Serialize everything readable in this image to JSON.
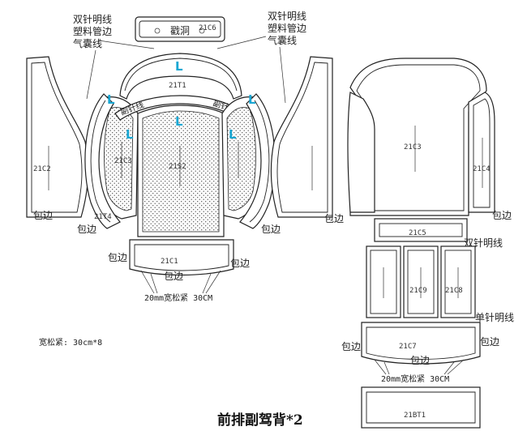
{
  "title": "前排副驾背*2",
  "callouts": {
    "left_top": [
      "双针明线",
      "塑料管边",
      "气囊线"
    ],
    "right_top": [
      "双针明线",
      "塑料管边",
      "气囊线"
    ],
    "double_stitch_right": "双针明线",
    "single_stitch_right": "单针明线"
  },
  "piece_codes": {
    "c6": "21C6",
    "t1": "21T1",
    "c2": "21C2",
    "c3_left": "21C3",
    "s2": "21S2",
    "t4": "21T4",
    "c1": "21C1",
    "c3_right": "21C3",
    "c4": "21C4",
    "c5": "21C5",
    "c9": "21C9",
    "c8": "21C8",
    "c7": "21C7",
    "bt1": "21BT1"
  },
  "c6_hole_text": "戳洞",
  "marks": {
    "L": "L"
  },
  "wrap": {
    "c2": "包边",
    "t4": "包边",
    "right_front": "包边",
    "c1_left": "包边",
    "c1_right": "包边",
    "c1_bottom": "包边",
    "c4": "包边",
    "c4_left": "包边",
    "c7_left": "包边",
    "c7_right": "包边",
    "c7_bottom": "包边"
  },
  "elastic_left": "20mm宽松紧 30CM",
  "elastic_right": "20mm宽松紧 30CM",
  "elastic_note": "宽松紧: 30cm*8",
  "airbag_curve_label": "副针线"
}
